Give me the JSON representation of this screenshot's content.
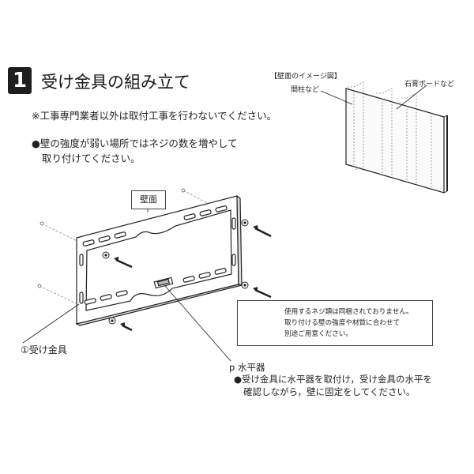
{
  "step": {
    "number": "1",
    "title": "受け金具の組み立て"
  },
  "notes": {
    "installer_note": "※工事専門業者以外は取付工事を行わないでください。",
    "bullet_mark": "●",
    "weak_wall_line1": "壁の強度が弱い場所ではネジの数を増やして",
    "weak_wall_line2": "取り付けてください。"
  },
  "wall_image": {
    "caption": "【壁面のイメージ図】",
    "stud_label": "間柱など",
    "board_label": "石膏ボードなど"
  },
  "diagram": {
    "wall_label": "壁面",
    "bracket_label": "①受け金具",
    "level_label": "p 水平器"
  },
  "warning": {
    "line1": "使用するネジ類は同梱されておりません。",
    "line2": "取り付ける壁の強度や材質に合わせて",
    "line3": "別途ご用意ください。"
  },
  "level_note": {
    "line1": "受け金具に水平器を取付け，受け金具の水平を",
    "line2": "確認しながら，壁に固定をしてください。"
  }
}
